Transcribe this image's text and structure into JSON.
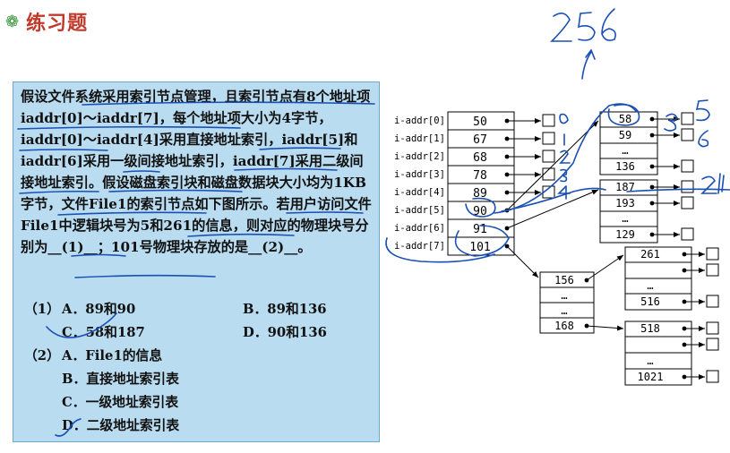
{
  "title": "练习题",
  "question": {
    "paragraph": "假设文件系统采用索引节点管理，且索引节点有8个地址项iaddr[0]～iaddr[7]，每个地址项大小为4字节，iaddr[0]～iaddr[4]采用直接地址索引，iaddr[5]和iaddr[6]采用一级间接地址索引，iaddr[7]采用二级间接地址索引。假设磁盘索引块和磁盘数据块大小均为1KB字节，文件File1的索引节点如下图所示。若用户访问文件File1中逻辑块号为5和261的信息，则对应的物理块号分别为__(1)__；101号物理块存放的是__(2)__。",
    "q1": {
      "label": "（1）",
      "A": "A．89和90",
      "B": "B．89和136",
      "C": "C．58和187",
      "D": "D．90和136"
    },
    "q2": {
      "label": "（2）",
      "A": "A．File1的信息",
      "B": "B．直接地址索引表",
      "C": "C．一级地址索引表",
      "D": "D．二级地址索引表"
    }
  },
  "diagram": {
    "inode_labels": [
      "i-addr[0]",
      "i-addr[1]",
      "i-addr[2]",
      "i-addr[3]",
      "i-addr[4]",
      "i-addr[5]",
      "i-addr[6]",
      "i-addr[7]"
    ],
    "inode_values": [
      "50",
      "67",
      "68",
      "78",
      "89",
      "90",
      "91",
      "101"
    ],
    "block90": [
      "58",
      "59",
      "…",
      "136"
    ],
    "block91": [
      "187",
      "193",
      "…",
      "129"
    ],
    "block101": [
      "156",
      "…",
      "…",
      "168"
    ],
    "block156": [
      "261",
      "",
      "…",
      "516"
    ],
    "block168": [
      "518",
      "",
      "…",
      "1021"
    ]
  },
  "annotations": {
    "top_note": "256",
    "note_5": "5",
    "note_6": "6",
    "note_261": "261",
    "small_digits": [
      "0",
      "1",
      "2",
      "3",
      "4"
    ]
  },
  "colors": {
    "title": "#c0392b",
    "box_bg": "#b9dcf0",
    "ink": "#1a4fb5"
  }
}
